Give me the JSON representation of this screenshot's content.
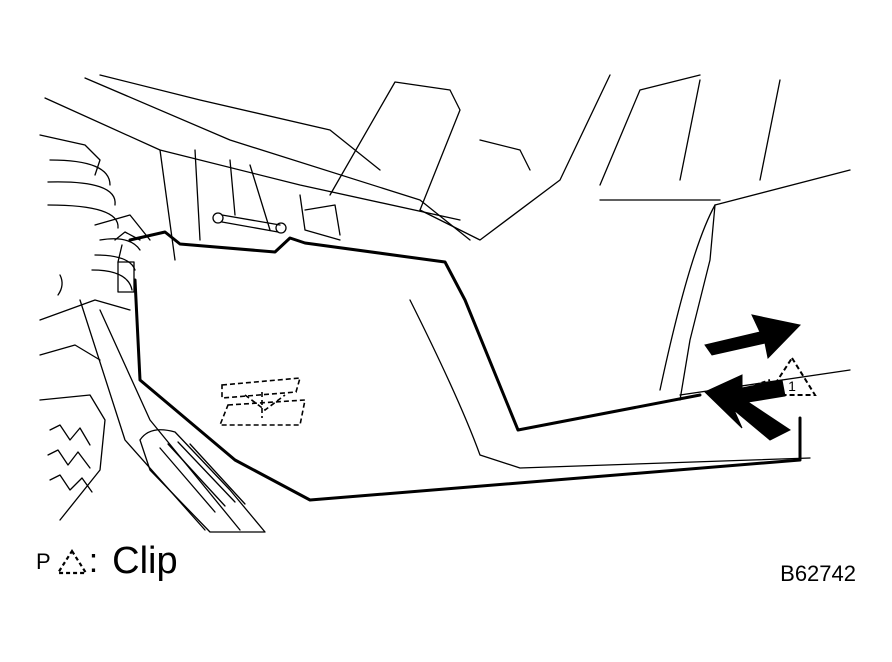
{
  "legend": {
    "marker": "P",
    "symbol_name": "clip-triangle-icon",
    "colon": ":",
    "text": "Clip"
  },
  "callout": {
    "number": "1"
  },
  "figure_code": "B62742",
  "colors": {
    "line": "#000000",
    "background": "#ffffff"
  }
}
